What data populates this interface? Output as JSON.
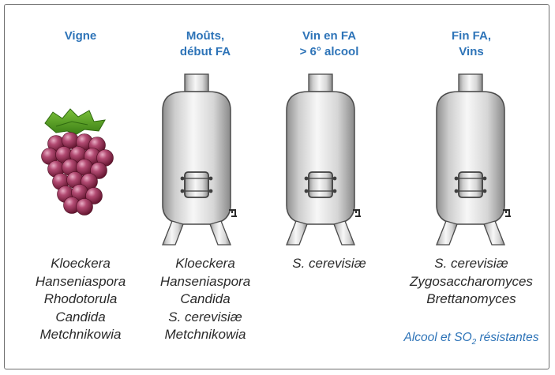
{
  "stages": [
    {
      "title_lines": [
        "Vigne"
      ],
      "visual": "grape-cluster",
      "species": [
        "Kloeckera",
        "Hanseniaspora",
        "Rhodotorula",
        "Candida",
        "Metchnikowia"
      ]
    },
    {
      "title_lines": [
        "Moûts,",
        "début FA"
      ],
      "visual": "fermentation-tank",
      "species": [
        "Kloeckera",
        "Hanseniaspora",
        "Candida",
        "S. cerevisiæ",
        "Metchnikowia"
      ]
    },
    {
      "title_lines": [
        "Vin en FA",
        "> 6° alcool"
      ],
      "visual": "fermentation-tank",
      "species": [
        "S. cerevisiæ"
      ]
    },
    {
      "title_lines": [
        "Fin FA,",
        "Vins"
      ],
      "visual": "fermentation-tank",
      "species": [
        "S. cerevisiæ",
        "Zygosaccharomyces",
        "Brettanomyces"
      ]
    }
  ],
  "resistance_note": {
    "prefix": "Alcool et SO",
    "subscript": "2",
    "suffix": " résistantes"
  },
  "colors": {
    "title_blue": "#2e74b8",
    "text": "#2a2a2a",
    "frame": "#6e6e6e",
    "grape": "#8e2246",
    "leaf": "#4f9a1f"
  }
}
